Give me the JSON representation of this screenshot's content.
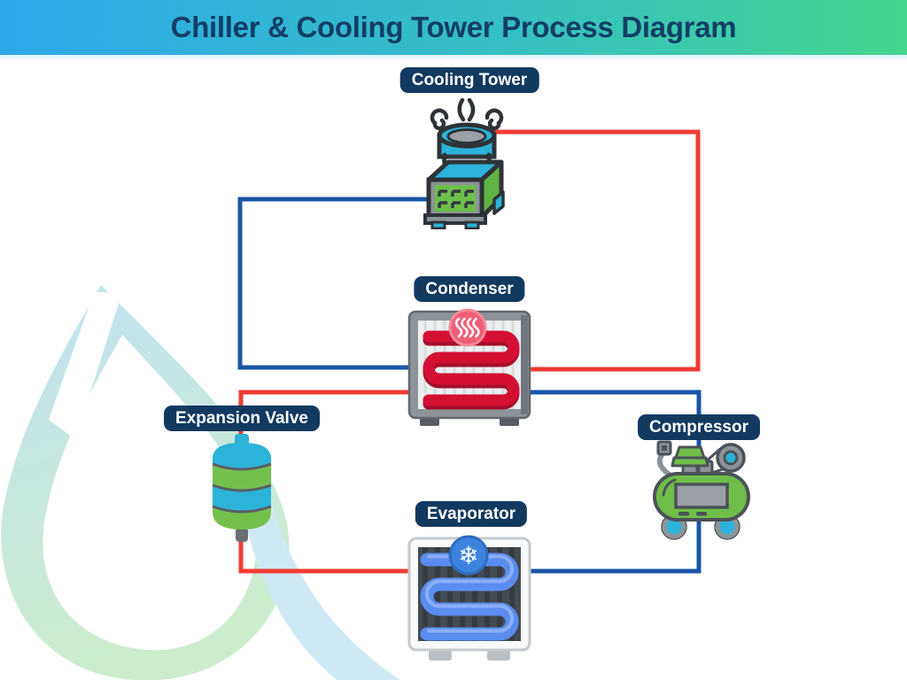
{
  "header": {
    "title": "Chiller & Cooling Tower Process Diagram"
  },
  "components": {
    "cooling_tower": {
      "label": "Cooling Tower"
    },
    "condenser": {
      "label": "Condenser"
    },
    "expansion_valve": {
      "label": "Expansion Valve"
    },
    "compressor": {
      "label": "Compressor"
    },
    "evaporator": {
      "label": "Evaporator"
    }
  },
  "icons": {
    "snowflake_glyph": "❄"
  },
  "colors": {
    "header_gradient_left": "#2ba8ea",
    "header_gradient_right": "#41d58e",
    "title_text": "#123e66",
    "hot_pipe_red": "#f23b33",
    "cold_pipe_blue": "#1a55a7",
    "label_bg_navy": "#123a61",
    "label_text": "#ffffff",
    "condenser_coil_red": "#d30f34",
    "evaporator_coil_blue": "#5b8df0",
    "heat_badge_pink": "#ee5f76",
    "cold_badge_blue": "#3d83de",
    "machine_green": "#6fbe49",
    "machine_teal": "#2cb3d9",
    "machine_gray": "#8d9499",
    "watermark_teal": "#c4e5f1",
    "watermark_green": "#cdeccd"
  }
}
